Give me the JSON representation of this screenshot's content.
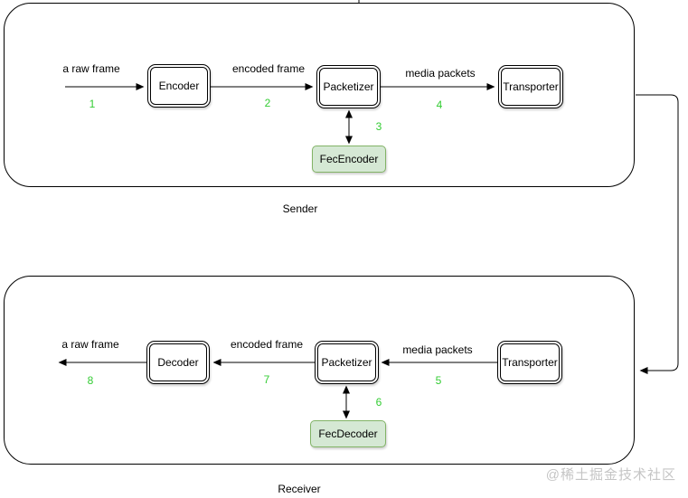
{
  "diagram": {
    "sender": {
      "caption": "Sender",
      "box1": "Encoder",
      "box2": "Packetizer",
      "box3": "Transporter",
      "fec": "FecEncoder",
      "label1": "a raw frame",
      "label2": "encoded frame",
      "label3": "media packets",
      "num1": "1",
      "num2": "2",
      "num3": "3",
      "num4": "4"
    },
    "receiver": {
      "caption": "Receiver",
      "box1": "Decoder",
      "box2": "Packetizer",
      "box3": "Transporter",
      "fec": "FecDecoder",
      "label1": "a raw frame",
      "label2": "encoded frame",
      "label3": "media packets",
      "num5": "5",
      "num6": "6",
      "num7": "7",
      "num8": "8"
    },
    "colors": {
      "step_number_green": "#33cc33",
      "fec_fill": "#d5e8d4",
      "fec_border": "#82b366",
      "line_black": "#000000",
      "watermark_gray": "#c5c5c5"
    }
  },
  "watermark": {
    "text": "@稀土掘金技术社区"
  }
}
